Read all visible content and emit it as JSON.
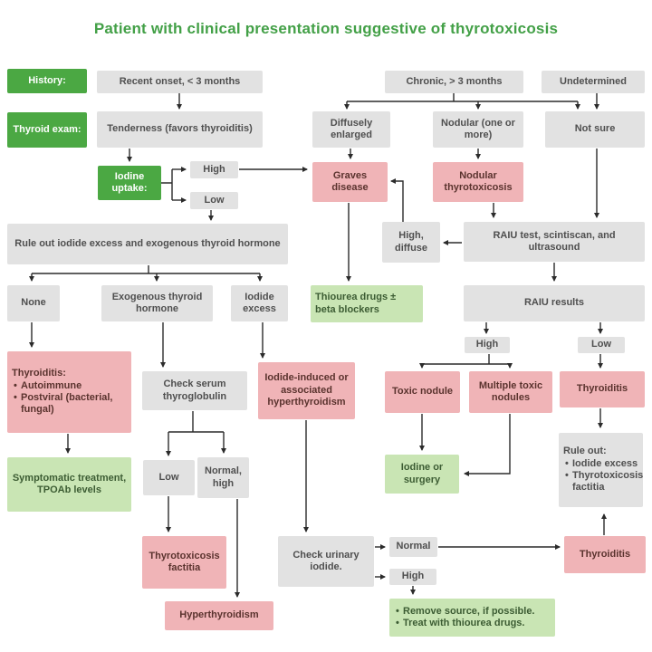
{
  "title": "Patient with clinical presentation suggestive of thyrotoxicosis",
  "colors": {
    "title_green": "#43a047",
    "label_green": "#4ba843",
    "box_gray": "#e2e2e2",
    "box_pink": "#f0b4b7",
    "box_light_green": "#c9e5b4",
    "arrow": "#2b2b2b"
  },
  "labels": {
    "history": "History:",
    "thyroid_exam": "Thyroid exam:",
    "iodine_uptake": "Iodine uptake:"
  },
  "nodes": {
    "recent_onset": "Recent onset, < 3 months",
    "chronic": "Chronic, > 3 months",
    "undetermined": "Undetermined",
    "tenderness": "Tenderness (favors thyroiditis)",
    "diffusely_enlarged": "Diffusely enlarged",
    "nodular": "Nodular (one or more)",
    "not_sure": "Not sure",
    "high_uptake": "High",
    "low_uptake": "Low",
    "graves": "Graves disease",
    "nodular_thyrotoxicosis": "Nodular thyrotoxicosis",
    "rule_out_iodide": "Rule out iodide excess and exogenous thyroid hormone",
    "high_diffuse": "High, diffuse",
    "raiu_test": "RAIU test, scintiscan, and ultrasound",
    "none": "None",
    "exogenous": "Exogenous thyroid hormone",
    "iodide_excess": "Iodide excess",
    "thiourea": "Thiourea drugs ± beta blockers",
    "raiu_results": "RAIU results",
    "raiu_high": "High",
    "raiu_low": "Low",
    "thyroiditis_list": {
      "title": "Thyroiditis:",
      "items": [
        "Autoimmune",
        "Postviral (bacterial, fungal)"
      ]
    },
    "check_serum": "Check serum thyroglobulin",
    "iodide_induced": "Iodide-induced or associated hyperthyroidism",
    "toxic_nodule": "Toxic nodule",
    "multiple_toxic": "Multiple toxic nodules",
    "thyroiditis_right": "Thyroiditis",
    "symptomatic": "Symptomatic treatment, TPOAb levels",
    "tg_low": "Low",
    "tg_normal_high": "Normal, high",
    "iodine_or_surgery": "Iodine or surgery",
    "rule_out_list": {
      "title": "Rule out:",
      "items": [
        "Iodide excess",
        "Thyrotoxicosis factitia"
      ]
    },
    "thyrotoxicosis_factitia": "Thyrotoxicosis factitia",
    "check_urinary": "Check urinary iodide.",
    "urinary_normal": "Normal",
    "urinary_high": "High",
    "thyroiditis_bottom": "Thyroiditis",
    "hyperthyroidism": "Hyperthyroidism",
    "remove_source": {
      "items": [
        "Remove source, if possible.",
        "Treat with thiourea drugs."
      ]
    }
  }
}
